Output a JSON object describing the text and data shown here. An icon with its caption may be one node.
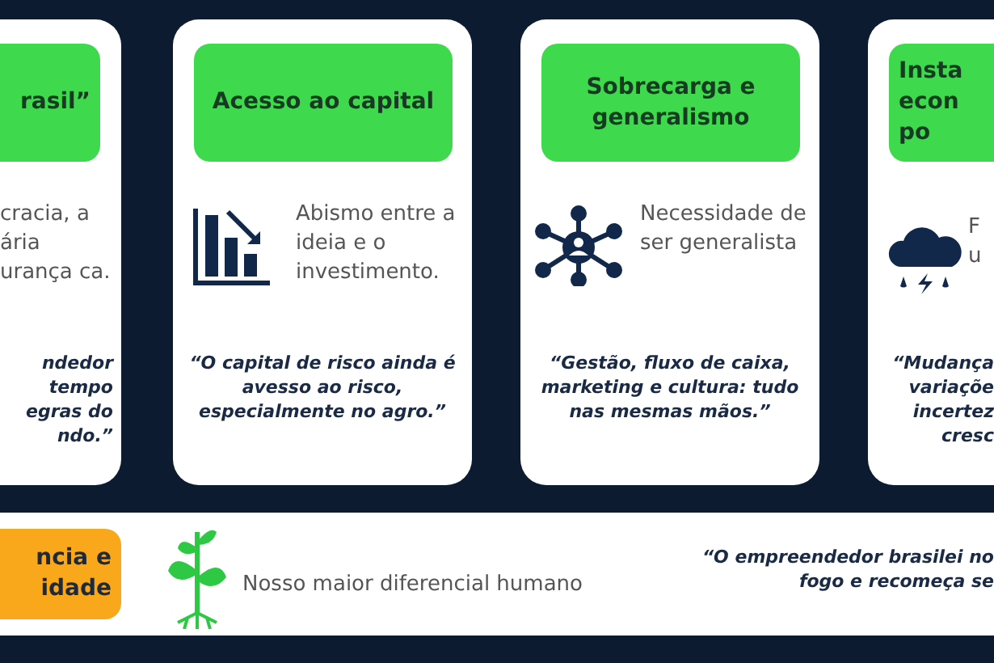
{
  "diagram": {
    "nodes": [
      {
        "text": [
          "cracia, a ária urança ca.",
          "ndedor tempo egras do ndo.”"
        ]
      },
      {
        "text": [
          "rasil”"
        ],
        "in": 0
      },
      {
        "text": [
          "Abismo entre a ideia e o investimento.",
          "“O capital de risco ainda é avesso ao risco, especialmente no agro.”"
        ]
      },
      {
        "text": [
          "Acesso ao capital"
        ],
        "in": 2
      },
      {
        "text": [
          "Necessidade de ser generalista",
          "“Gestão, fluxo de caixa, marketing e cultura: tudo nas mesmas mãos.”"
        ]
      },
      {
        "text": [
          "Sobrecarga e generalismo"
        ],
        "in": 4
      },
      {
        "text": [
          "F u",
          "“Mudança variaçõe incertez cresc"
        ]
      },
      {
        "text": [
          "Insta econ po"
        ],
        "in": 6
      },
      {
        "text": [
          "Nosso maior diferencial humano",
          "“O empreendedor brasilei no fogo e recomeça se"
        ]
      },
      {
        "text": [
          "ncia e idade"
        ],
        "in": 8
      }
    ],
    "edges": []
  }
}
